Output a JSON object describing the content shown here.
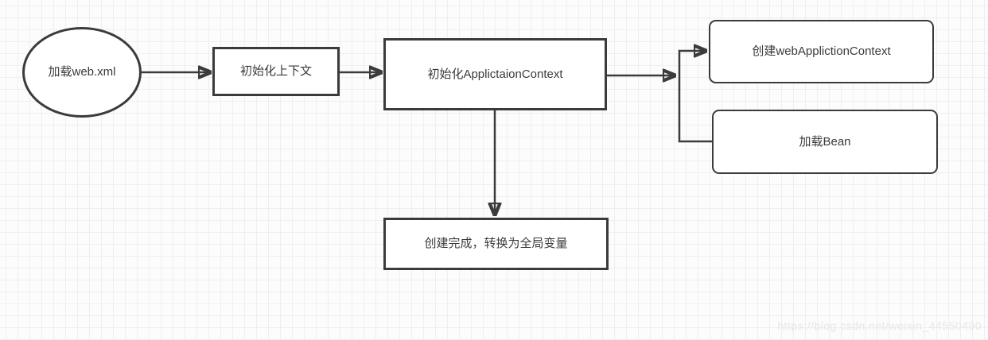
{
  "canvas": {
    "background_color": "#fcfcfc",
    "grid_color": "#efefef",
    "stroke_color": "#3b3b3b",
    "text_color": "#3a3a3a"
  },
  "nodes": {
    "load_web_xml": {
      "label": "加载web.xml",
      "shape": "ellipse"
    },
    "init_context": {
      "label": "初始化上下文",
      "shape": "rect"
    },
    "init_application_context": {
      "label": "初始化ApplictaionContext",
      "shape": "rect"
    },
    "create_web_appliction_context": {
      "label": "创建webApplictionContext",
      "shape": "rounded-rect"
    },
    "load_bean": {
      "label": "加载Bean",
      "shape": "rounded-rect"
    },
    "create_complete_global": {
      "label": "创建完成，转换为全局变量",
      "shape": "rect"
    }
  },
  "edges": [
    {
      "from": "load_web_xml",
      "to": "init_context",
      "arrowhead": "end"
    },
    {
      "from": "init_context",
      "to": "init_application_context",
      "arrowhead": "end"
    },
    {
      "from": "init_application_context",
      "to": "branch-junction",
      "arrowhead": "end"
    },
    {
      "from": "load_bean",
      "to": "create_web_appliction_context",
      "arrowhead": "end"
    },
    {
      "from": "init_application_context",
      "to": "create_complete_global",
      "arrowhead": "end"
    }
  ],
  "watermark": {
    "text": "https://blog.csdn.net/weixin_44550490",
    "color": "#e7e7e5"
  }
}
